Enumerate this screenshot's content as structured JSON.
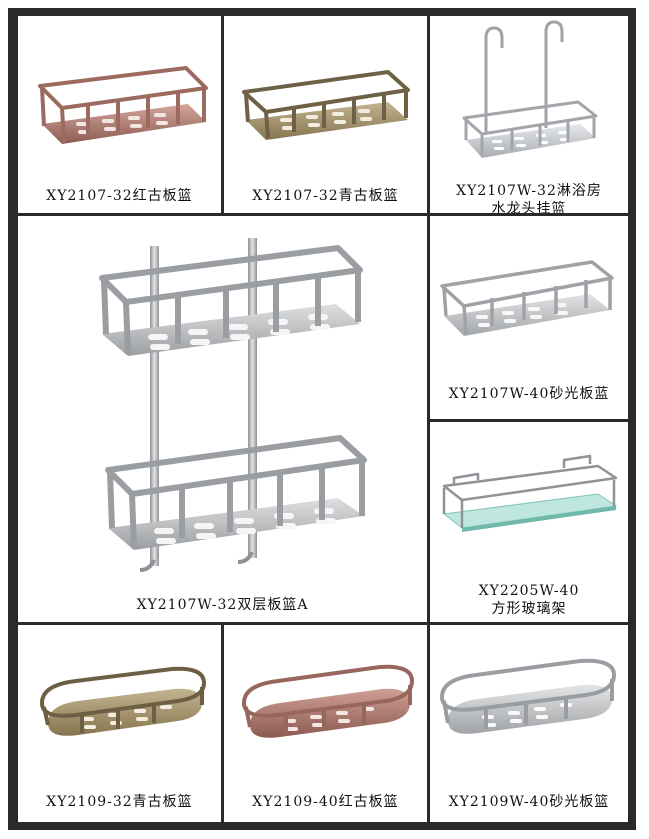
{
  "products": [
    {
      "id": "c1",
      "lines": [
        "XY2107-32红古板篮"
      ],
      "finish": "red-antique",
      "color": "#b58277"
    },
    {
      "id": "c2",
      "lines": [
        "XY2107-32青古板篮"
      ],
      "finish": "green-antique",
      "color": "#a5946c"
    },
    {
      "id": "c3",
      "lines": [
        "XY2107W-32淋浴房",
        "水龙头挂篮"
      ],
      "finish": "chrome",
      "color": "#c9ccd0"
    },
    {
      "id": "c4",
      "lines": [
        "XY2107W-32双层板篮A"
      ],
      "finish": "satin",
      "color": "#b8babc"
    },
    {
      "id": "c5",
      "lines": [
        "XY2107W-40砂光板蓝"
      ],
      "finish": "satin",
      "color": "#bcbec0"
    },
    {
      "id": "c6",
      "lines": [
        "XY2205W-40",
        "方形玻璃架"
      ],
      "finish": "glass",
      "color": "#9fd6cf"
    },
    {
      "id": "c7",
      "lines": [
        "XY2109-32青古板篮"
      ],
      "finish": "green-antique",
      "color": "#a08e6a"
    },
    {
      "id": "c8",
      "lines": [
        "XY2109-40红古板篮"
      ],
      "finish": "red-antique",
      "color": "#b07c72"
    },
    {
      "id": "c9",
      "lines": [
        "XY2109W-40砂光板篮"
      ],
      "finish": "satin",
      "color": "#bfc1c3"
    }
  ]
}
